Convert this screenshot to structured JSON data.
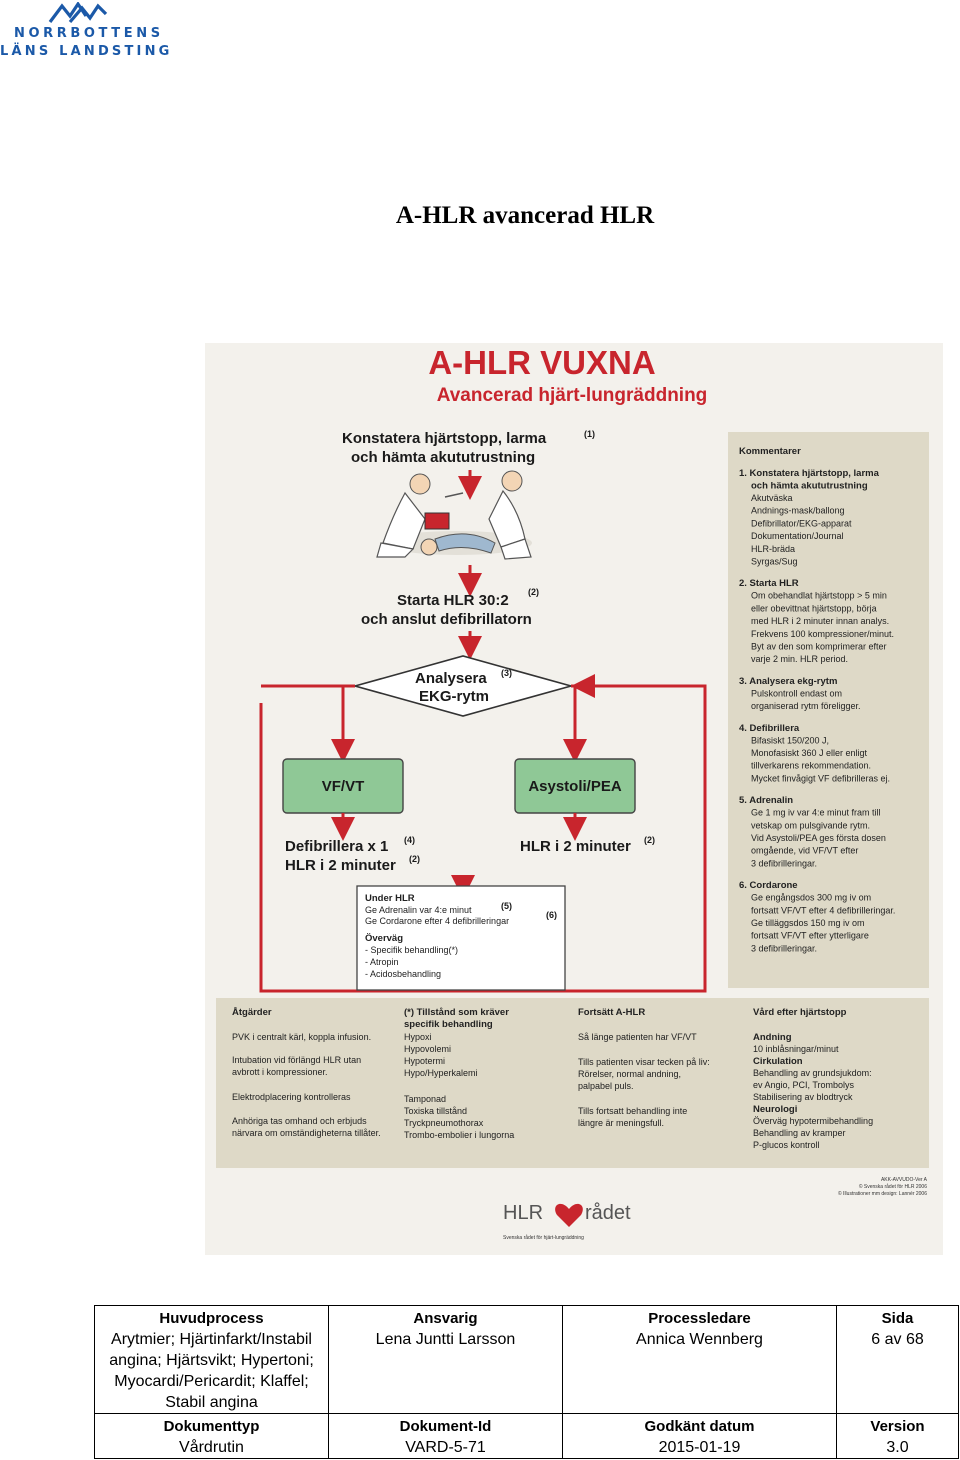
{
  "logo": {
    "line1": "NORRBOTTENS",
    "line2": "LÄNS LANDSTING",
    "icon": "norrbottens-wave-logo",
    "color": "#1b59a8"
  },
  "document_title": "A-HLR avancerad HLR",
  "poster": {
    "title": "A-HLR VUXNA",
    "subtitle": "Avancerad hjärt-lungräddning",
    "step1": {
      "line1": "Konstatera hjärtstopp, larma",
      "line2": "och hämta akututrustning",
      "ref": "(1)"
    },
    "step2": {
      "line1": "Starta HLR 30:2",
      "line2": "och anslut defibrillatorn",
      "ref": "(2)"
    },
    "step3": {
      "line1": "Analysera",
      "line2": "EKG-rytm",
      "ref": "(3)"
    },
    "box_left": "VF/VT",
    "box_right": "Asystoli/PEA",
    "left_action": {
      "line1": "Defibrillera x 1",
      "ref1": "(4)",
      "line2": "HLR i 2 minuter",
      "ref2": "(2)"
    },
    "right_action": {
      "line1": "HLR i 2 minuter",
      "ref": "(2)"
    },
    "under_hlr": {
      "heading": "Under HLR",
      "line1": "Ge Adrenalin var 4:e minut",
      "ref1": "(5)",
      "line2": "Ge Cordarone efter 4 defibrilleringar",
      "ref2": "(6)",
      "overvag": "Överväg",
      "items": [
        "- Specifik behandling(*)",
        "- Atropin",
        "- Acidosbehandling"
      ]
    },
    "comments": {
      "heading": "Kommentarer",
      "sections": [
        {
          "title": [
            "1. Konstatera hjärtstopp, larma",
            "och hämta akututrustning"
          ],
          "lines": [
            "Akutväska",
            "Andnings-mask/ballong",
            "Defibrillator/EKG-apparat",
            "Dokumentation/Journal",
            "HLR-bräda",
            "Syrgas/Sug"
          ]
        },
        {
          "title": [
            "2. Starta HLR"
          ],
          "lines": [
            "Om obehandlat hjärtstopp > 5 min",
            "eller obevittnat hjärtstopp, börja",
            "med HLR i 2 minuter innan analys.",
            "Frekvens 100 kompressioner/minut.",
            "Byt av den som komprimerar efter",
            "varje 2 min. HLR period."
          ]
        },
        {
          "title": [
            "3. Analysera ekg-rytm"
          ],
          "lines": [
            "Pulskontroll endast om",
            "organiserad rytm föreligger."
          ]
        },
        {
          "title": [
            "4. Defibrillera"
          ],
          "lines": [
            "Bifasiskt 150/200 J,",
            "Monofasiskt 360 J eller enligt",
            "tillverkarens rekommendation.",
            "Mycket finvågigt VF defibrilleras ej."
          ]
        },
        {
          "title": [
            "5. Adrenalin"
          ],
          "lines": [
            "Ge 1 mg iv var 4:e minut fram till",
            "vetskap om pulsgivande rytm.",
            "Vid Asystoli/PEA ges första dosen",
            "omgående, vid VF/VT efter",
            "3 defibrilleringar."
          ]
        },
        {
          "title": [
            "6. Cordarone"
          ],
          "lines": [
            "Ge engångsdos 300 mg iv om",
            "fortsatt VF/VT efter 4 defibrilleringar.",
            "Ge tilläggsdos 150 mg iv om",
            "fortsatt VF/VT efter ytterligare",
            "3 defibrilleringar."
          ]
        }
      ]
    },
    "bottom": {
      "col1": {
        "heading": "Åtgärder",
        "lines": [
          "PVK i centralt kärl, koppla infusion.",
          "Intubation vid förlängd HLR utan",
          "avbrott i kompressioner.",
          "Elektrodplacering kontrolleras",
          "Anhöriga tas omhand och erbjuds",
          "närvara om omständigheterna tillåter."
        ]
      },
      "col2": {
        "heading": [
          "(*) Tillstånd som kräver",
          "specifik behandling"
        ],
        "lines": [
          "Hypoxi",
          "Hypovolemi",
          "Hypotermi",
          "Hypo/Hyperkalemi",
          "Tamponad",
          "Toxiska tillstånd",
          "Tryckpneumothorax",
          "Trombo-embolier i lungorna"
        ]
      },
      "col3": {
        "heading": "Fortsätt A-HLR",
        "lines": [
          "Så länge patienten har VF/VT",
          "Tills patienten visar tecken på liv:",
          "Rörelser, normal andning,",
          "palpabel puls.",
          "Tills fortsatt behandling inte",
          "längre är meningsfull."
        ]
      },
      "col4": {
        "heading": "Vård efter hjärtstopp",
        "lines": [
          "Andning",
          "10 inblåsningar/minut",
          "Cirkulation",
          "Behandling av grundsjukdom:",
          "ev Angio, PCI, Trombolys",
          "Stabilisering av blodtryck",
          "Neurologi",
          "Överväg hypotermibehandling",
          "Behandling av kramper",
          "P-glucos kontroll"
        ]
      }
    },
    "fineprint": [
      "AKK-AVVUDO-Ver A",
      "© Svenska rådet för HLR 2006",
      "© Illustrationer mm design: Lannér 2006"
    ],
    "footer_logo": {
      "left": "HLR",
      "right": "rådet",
      "tagline": "Svenska rådet för hjärt-lungräddning"
    },
    "colors": {
      "red": "#c8252d",
      "green_box": "#8fc896",
      "bottom_panel": "#ded9c7",
      "comment_panel": "#ded9c7"
    }
  },
  "footer": {
    "huvudprocess_label": "Huvudprocess",
    "huvudprocess_lines": [
      "Arytmier; Hjärtinfarkt/Instabil",
      "angina; Hjärtsvikt; Hypertoni;",
      "Myocardi/Pericardit; Klaffel;",
      "Stabil angina"
    ],
    "ansvarig_label": "Ansvarig",
    "ansvarig_value": "Lena Juntti Larsson",
    "processledare_label": "Processledare",
    "processledare_value": "Annica Wennberg",
    "sida_label": "Sida",
    "sida_value": "6 av 68",
    "dokumenttyp_label": "Dokumenttyp",
    "dokumenttyp_value": "Vårdrutin",
    "dokument_id_label": "Dokument-Id",
    "dokument_id_value": "VARD-5-71",
    "godkant_label": "Godkänt datum",
    "godkant_value": "2015-01-19",
    "version_label": "Version",
    "version_value": "3.0"
  }
}
